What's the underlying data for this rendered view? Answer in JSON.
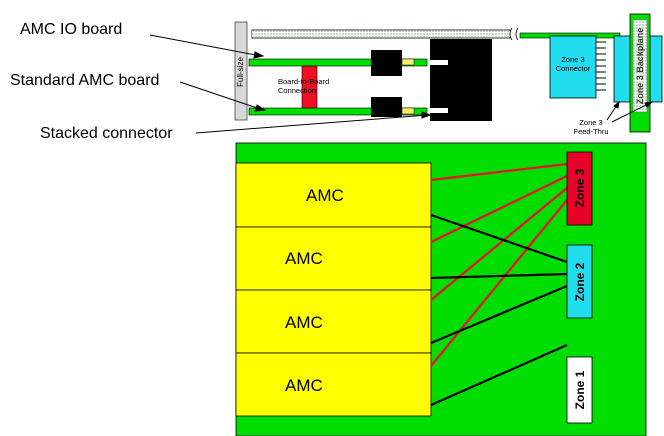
{
  "callouts": {
    "amc_io_board": "AMC IO board",
    "standard_amc_board": "Standard AMC board",
    "stacked_connector": "Stacked connector"
  },
  "side_view": {
    "full_size_label": "Full-size",
    "board_to_board_line1": "Board-to-Board",
    "board_to_board_line2": "Connection",
    "zone3_connector_line1": "Zone 3",
    "zone3_connector_line2": "Connector",
    "zone3_backplane_label": "Zone 3 Backplane",
    "feed_thru_line1": "Zone 3",
    "feed_thru_line2": "Feed-Thru"
  },
  "front_view": {
    "amc_labels": [
      "AMC",
      "AMC",
      "AMC",
      "AMC"
    ],
    "zone3_label": "Zone 3",
    "zone2_label": "Zone 2",
    "zone1_label": "Zone 1"
  },
  "colors": {
    "carrier_green": "#00dd00",
    "amc_yellow": "#ffff00",
    "zone3_red": "#e8002a",
    "zone2_cyan": "#22ddee",
    "zone1_white": "#ffffff",
    "connector_black": "#000000",
    "board_to_board_red": "#ee1122",
    "gold_pin": "#ffee66"
  }
}
